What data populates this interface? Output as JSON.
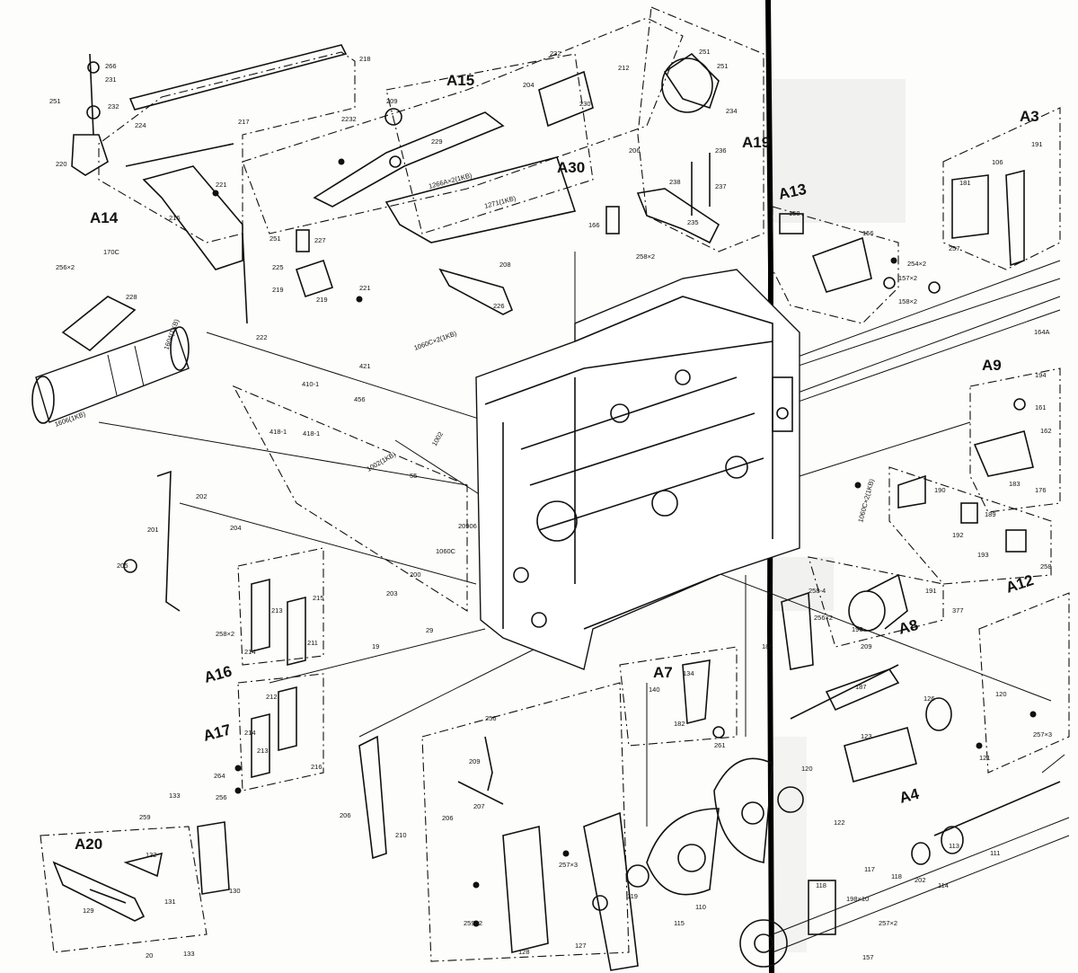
{
  "sections": [
    "A14",
    "A15",
    "A30",
    "A19",
    "A13",
    "A3",
    "A9",
    "A12",
    "A8",
    "A7",
    "A4",
    "A16",
    "A17",
    "A20"
  ],
  "parts": [
    "266",
    "231",
    "232",
    "251",
    "220",
    "224",
    "217",
    "218",
    "221",
    "216",
    "2232",
    "209",
    "229",
    "1266A×2(1KB)",
    "1271(1KB)",
    "227",
    "251",
    "225",
    "219",
    "219",
    "221",
    "222",
    "170C",
    "256×2",
    "228",
    "1604(1KB)",
    "1606(1KB)",
    "204",
    "232",
    "212",
    "230",
    "206",
    "251",
    "251",
    "234",
    "236",
    "238",
    "237",
    "235",
    "166",
    "258×2",
    "208",
    "226",
    "1060C×2(1KB)",
    "410-1",
    "421",
    "456",
    "418-1",
    "418-1",
    "1002(1KB)",
    "1002",
    "55",
    "158",
    "156",
    "254×2",
    "157×2",
    "158×2",
    "106",
    "191",
    "181",
    "257",
    "164A",
    "194",
    "161",
    "162",
    "183",
    "176",
    "1060C×2(1KB)",
    "190",
    "189",
    "192",
    "193",
    "258",
    "191",
    "196",
    "377",
    "258-4",
    "256×2",
    "188",
    "209",
    "187",
    "120",
    "257×3",
    "126",
    "123",
    "121",
    "120",
    "122",
    "111",
    "113",
    "114",
    "202",
    "117",
    "118",
    "198×10",
    "257×2",
    "157",
    "118",
    "134",
    "140",
    "182",
    "261",
    "119",
    "115",
    "110",
    "257×3",
    "127",
    "128",
    "259×2",
    "207",
    "206",
    "256",
    "209",
    "1060C",
    "20906",
    "200",
    "203",
    "19",
    "29",
    "202",
    "204",
    "201",
    "205",
    "215",
    "258×2",
    "213",
    "214",
    "211",
    "212",
    "214",
    "213",
    "216",
    "264",
    "256",
    "206",
    "210",
    "133",
    "259",
    "132",
    "131",
    "129",
    "130",
    "133",
    "20"
  ]
}
